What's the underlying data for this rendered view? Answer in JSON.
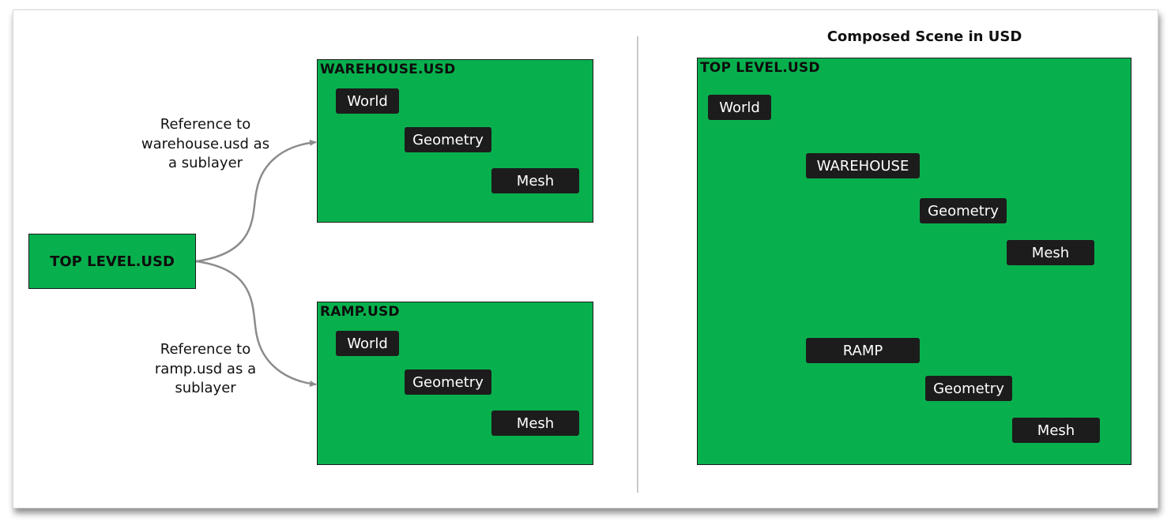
{
  "left": {
    "top_label": "TOP LEVEL.USD",
    "caption_warehouse": [
      "Reference to",
      "warehouse.usd as",
      "a sublayer"
    ],
    "caption_ramp": [
      "Reference to",
      "ramp.usd as a",
      "sublayer"
    ],
    "warehouse_box": {
      "title": "WAREHOUSE.USD",
      "nodes": [
        "World",
        "Geometry",
        "Mesh"
      ]
    },
    "ramp_box": {
      "title": "RAMP.USD",
      "nodes": [
        "World",
        "Geometry",
        "Mesh"
      ]
    }
  },
  "right": {
    "heading": "Composed Scene in USD",
    "box_title": "TOP LEVEL.USD",
    "nodes": {
      "world": "World",
      "warehouse": "WAREHOUSE",
      "warehouse_geometry": "Geometry",
      "warehouse_mesh": "Mesh",
      "ramp": "RAMP",
      "ramp_geometry": "Geometry",
      "ramp_mesh": "Mesh"
    }
  },
  "colors": {
    "box_green": "#08b04d",
    "node_dark": "#1c1c1c",
    "connector_gray": "#8c8c8c"
  }
}
